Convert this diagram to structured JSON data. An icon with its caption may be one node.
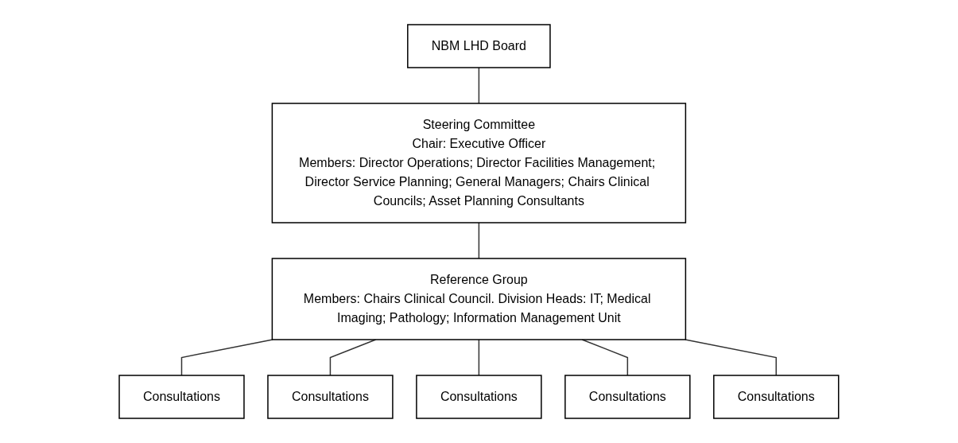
{
  "diagram": {
    "nodes": [
      {
        "text": [
          "NBM LHD Board"
        ]
      },
      {
        "text": [
          "Steering Committee",
          "Chair: Executive Officer",
          "Members: Director Operations; Director Facilities Management; Director Service Planning; General Managers; Chairs Clinical Councils; Asset Planning Consultants"
        ]
      },
      {
        "text": [
          "Reference Group",
          "Members: Chairs Clinical Council. Division Heads: IT; Medical Imaging; Pathology; Information Management Unit"
        ]
      },
      {
        "text": [
          "Consultations"
        ]
      },
      {
        "text": [
          "Consultations"
        ]
      },
      {
        "text": [
          "Consultations"
        ]
      },
      {
        "text": [
          "Consultations"
        ]
      },
      {
        "text": [
          "Consultations"
        ]
      }
    ],
    "edges": [
      {
        "from": 0,
        "to": 1,
        "arrow": "none"
      },
      {
        "from": 1,
        "to": 2,
        "arrow": "none"
      },
      {
        "from": 2,
        "to": 3,
        "arrow": "none"
      },
      {
        "from": 2,
        "to": 4,
        "arrow": "none"
      },
      {
        "from": 2,
        "to": 5,
        "arrow": "none"
      },
      {
        "from": 2,
        "to": 6,
        "arrow": "none"
      },
      {
        "from": 2,
        "to": 7,
        "arrow": "none"
      }
    ]
  }
}
